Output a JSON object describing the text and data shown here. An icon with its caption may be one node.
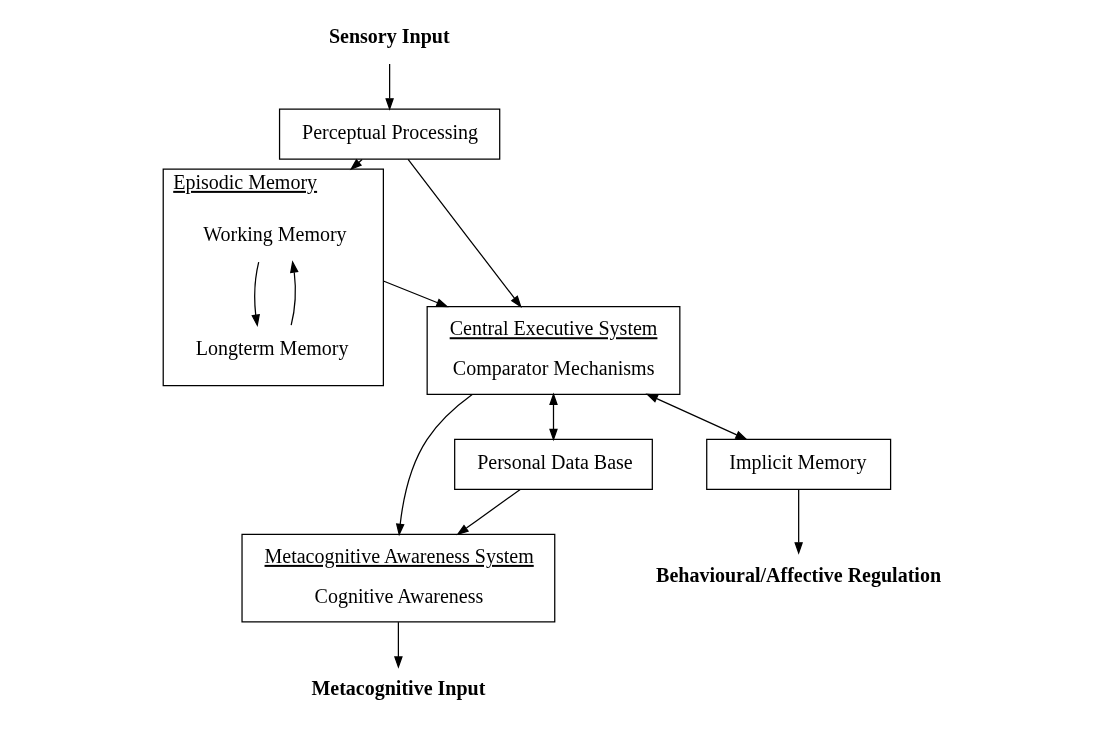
{
  "diagram": {
    "nodes": [
      {
        "text": [
          "Sensory Input"
        ]
      },
      {
        "text": [
          "Metacognitive Input"
        ]
      },
      {
        "text": [
          "Behavioural/Affective Regulation"
        ]
      },
      {
        "text": [
          "Perceptual Processing"
        ]
      },
      {
        "text": [
          "Central Executive System",
          "Comparator Mechanisms"
        ]
      },
      {
        "text": [
          "Metacognitive Awareness System",
          "Cognitive Awareness"
        ]
      },
      {
        "text": [
          "Episodic Memory"
        ]
      },
      {
        "text": [
          "Working Memory"
        ],
        "in": 6
      },
      {
        "text": [
          "Longterm Memory"
        ],
        "in": 6
      },
      {
        "text": [
          "Personal Data Base"
        ]
      },
      {
        "text": [
          "Implicit Memory"
        ]
      }
    ],
    "edges": [
      {
        "from": 0,
        "to": 3,
        "arrow": "to"
      },
      {
        "from": 3,
        "to": 4,
        "arrow": "to"
      },
      {
        "from": 3,
        "to": 6,
        "arrow": "to"
      },
      {
        "from": 6,
        "to": 4,
        "arrow": "to"
      },
      {
        "from": 4,
        "to": 5,
        "arrow": "to"
      },
      {
        "from": 5,
        "to": 1,
        "arrow": "to"
      },
      {
        "from": 4,
        "to": 9,
        "arrow": "both"
      },
      {
        "from": 4,
        "to": 10,
        "arrow": "both"
      },
      {
        "from": 9,
        "to": 5,
        "arrow": "to"
      },
      {
        "from": 10,
        "to": 2,
        "arrow": "to"
      },
      {
        "from": 8,
        "to": 7,
        "arrow": "to"
      },
      {
        "from": 7,
        "to": 8,
        "arrow": "to"
      }
    ]
  }
}
